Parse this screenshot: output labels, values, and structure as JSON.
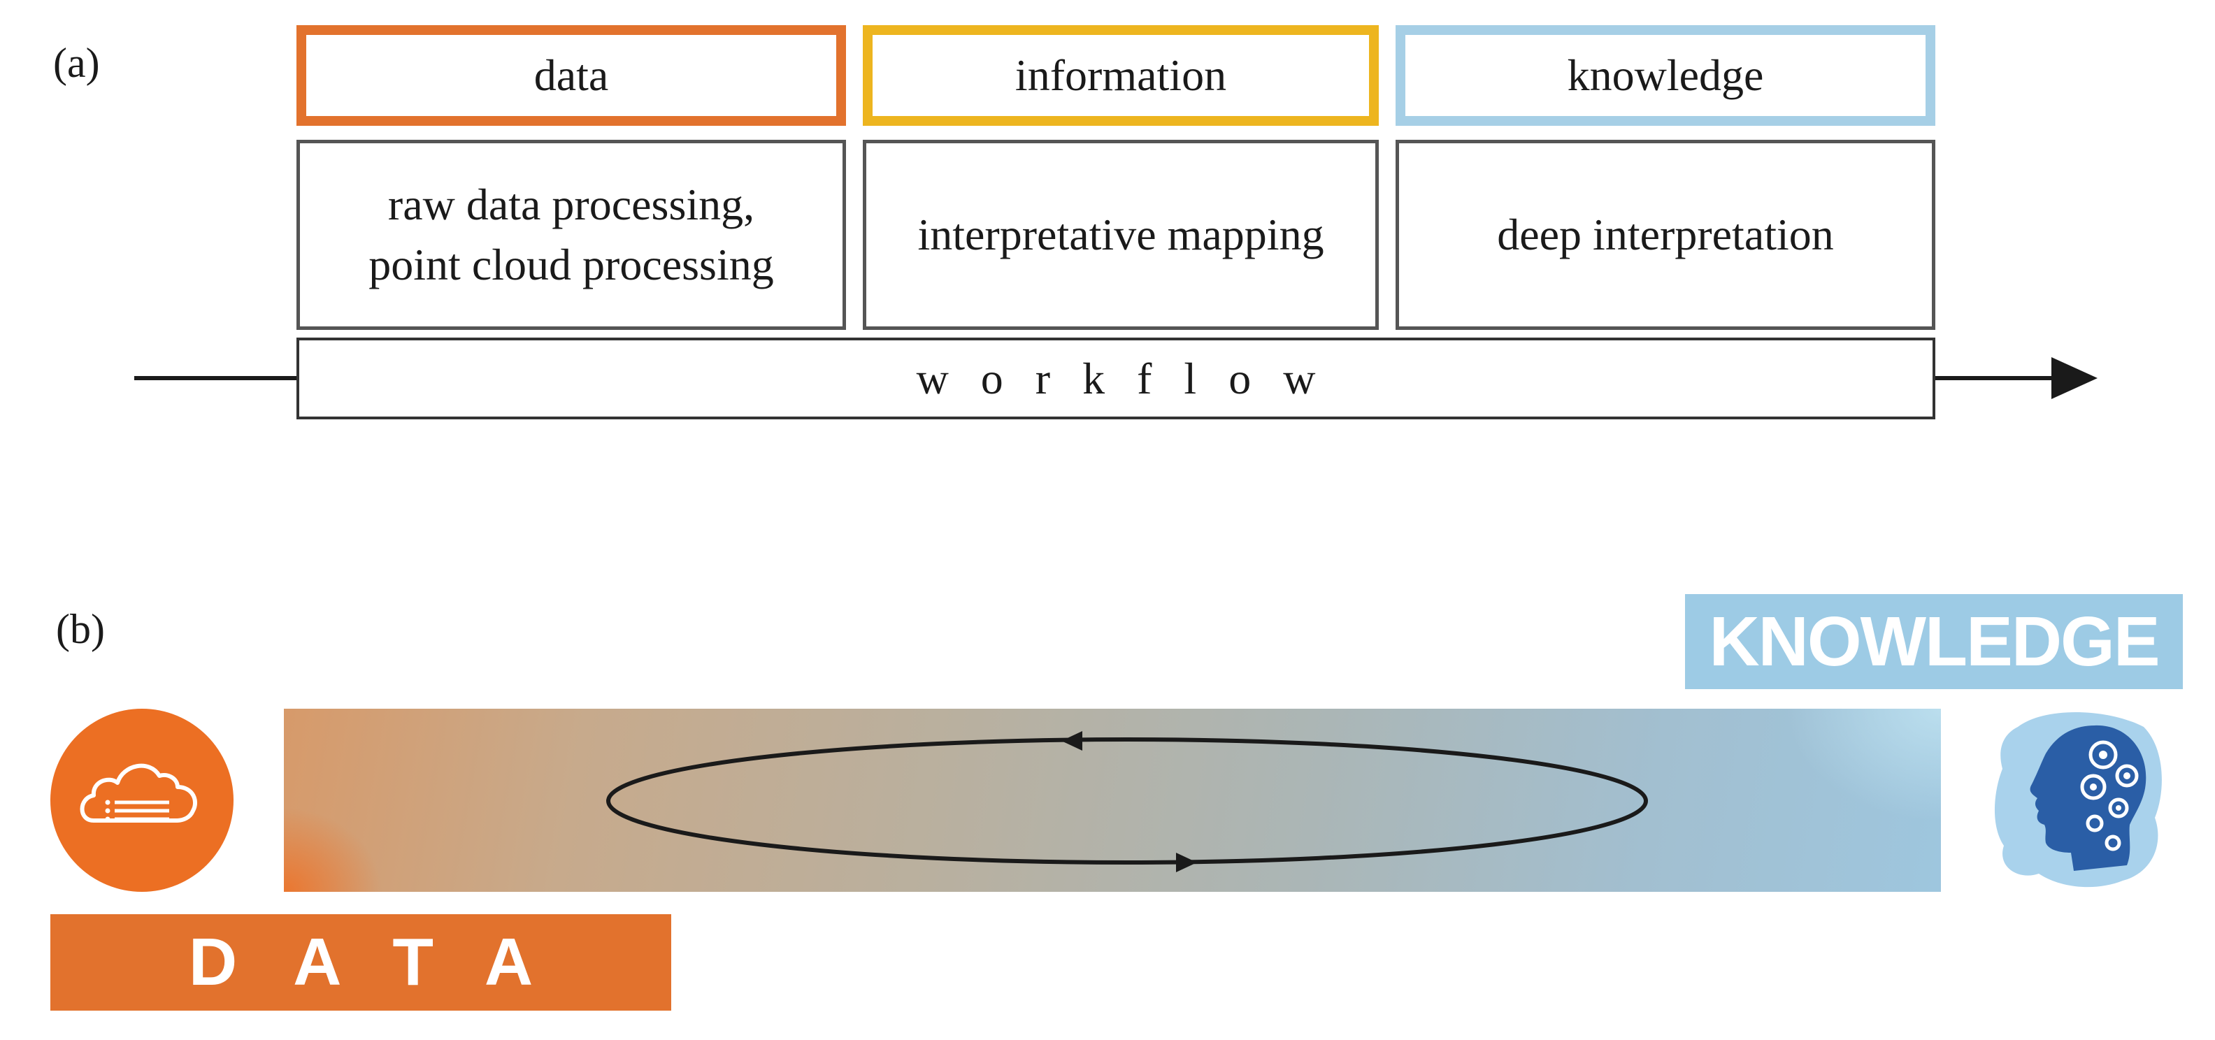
{
  "panel_a": {
    "label": "(a)",
    "headers": [
      {
        "label": "data",
        "color": "#e2722d"
      },
      {
        "label": "information",
        "color": "#edb51f"
      },
      {
        "label": "knowledge",
        "color": "#a6cfe6"
      }
    ],
    "descriptions": [
      "raw data processing,\npoint cloud processing",
      "interpretative mapping",
      "deep interpretation"
    ],
    "workflow_label": "workflow"
  },
  "panel_b": {
    "label": "(b)",
    "data_banner": "DATA",
    "knowledge_banner": "KNOWLEDGE",
    "icons": [
      "cloud-storage-icon",
      "head-gears-icon",
      "cycle-arrows-icon"
    ],
    "colors": {
      "data_orange": "#ec6f23",
      "knowledge_blue": "#9dcbe5"
    }
  }
}
